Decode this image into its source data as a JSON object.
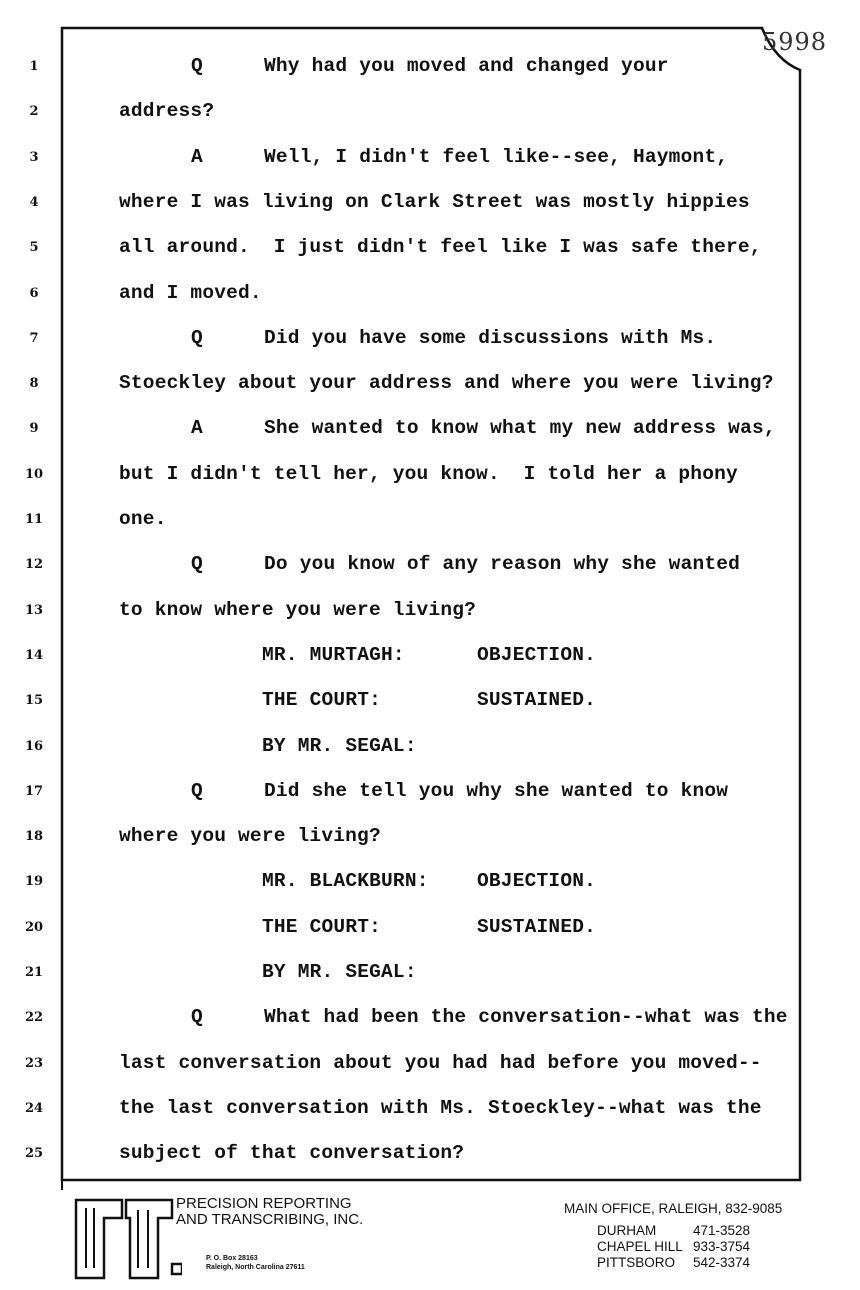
{
  "page_number": "5998",
  "lines": [
    {
      "num": "1",
      "kind": "qa",
      "label": "Q",
      "text": "Why had you moved and changed your"
    },
    {
      "num": "2",
      "kind": "cont",
      "text": "address?"
    },
    {
      "num": "3",
      "kind": "qa",
      "label": "A",
      "text": "Well, I didn't feel like--see, Haymont,"
    },
    {
      "num": "4",
      "kind": "cont",
      "text": "where I was living on Clark Street was mostly hippies"
    },
    {
      "num": "5",
      "kind": "cont",
      "text": "all around.  I just didn't feel like I was safe there,"
    },
    {
      "num": "6",
      "kind": "cont",
      "text": "and I moved."
    },
    {
      "num": "7",
      "kind": "qa",
      "label": "Q",
      "text": "Did you have some discussions with Ms."
    },
    {
      "num": "8",
      "kind": "cont",
      "text": "Stoeckley about your address and where you were living?"
    },
    {
      "num": "9",
      "kind": "qa",
      "label": "A",
      "text": "She wanted to know what my new address was,"
    },
    {
      "num": "10",
      "kind": "cont",
      "text": "but I didn't tell her, you know.  I told her a phony"
    },
    {
      "num": "11",
      "kind": "cont",
      "text": "one."
    },
    {
      "num": "12",
      "kind": "qa",
      "label": "Q",
      "text": "Do you know of any reason why she wanted"
    },
    {
      "num": "13",
      "kind": "cont",
      "text": "to know where you were living?"
    },
    {
      "num": "14",
      "kind": "coll",
      "speaker": "MR. MURTAGH:",
      "remark": "OBJECTION."
    },
    {
      "num": "15",
      "kind": "coll",
      "speaker": "THE COURT:",
      "remark": "SUSTAINED."
    },
    {
      "num": "16",
      "kind": "coll",
      "speaker": "BY MR. SEGAL:",
      "remark": ""
    },
    {
      "num": "17",
      "kind": "qa",
      "label": "Q",
      "text": "Did she tell you why she wanted to know"
    },
    {
      "num": "18",
      "kind": "cont",
      "text": "where you were living?"
    },
    {
      "num": "19",
      "kind": "coll",
      "speaker": "MR. BLACKBURN:",
      "remark": "OBJECTION."
    },
    {
      "num": "20",
      "kind": "coll",
      "speaker": "THE COURT:",
      "remark": "SUSTAINED."
    },
    {
      "num": "21",
      "kind": "coll",
      "speaker": "BY MR. SEGAL:",
      "remark": ""
    },
    {
      "num": "22",
      "kind": "qa",
      "label": "Q",
      "text": "What had been the conversation--what was the"
    },
    {
      "num": "23",
      "kind": "cont",
      "text": "last conversation about you had had before you moved--"
    },
    {
      "num": "24",
      "kind": "cont",
      "text": "the last conversation with Ms. Stoeckley--what was the"
    },
    {
      "num": "25",
      "kind": "cont",
      "text": "subject of that conversation?"
    }
  ],
  "footer": {
    "logo_text": "P&T.",
    "company_line1": "PRECISION REPORTING",
    "company_line2": "AND TRANSCRIBING, INC.",
    "address_line1": "P. O. Box 28163",
    "address_line2": "Raleigh, North Carolina  27611",
    "main_office": "MAIN OFFICE, RALEIGH, 832-9085",
    "offices": [
      {
        "city": "DURHAM",
        "phone": "471-3528"
      },
      {
        "city": "CHAPEL HILL",
        "phone": "933-3754"
      },
      {
        "city": "PITTSBORO",
        "phone": "542-3374"
      }
    ]
  }
}
